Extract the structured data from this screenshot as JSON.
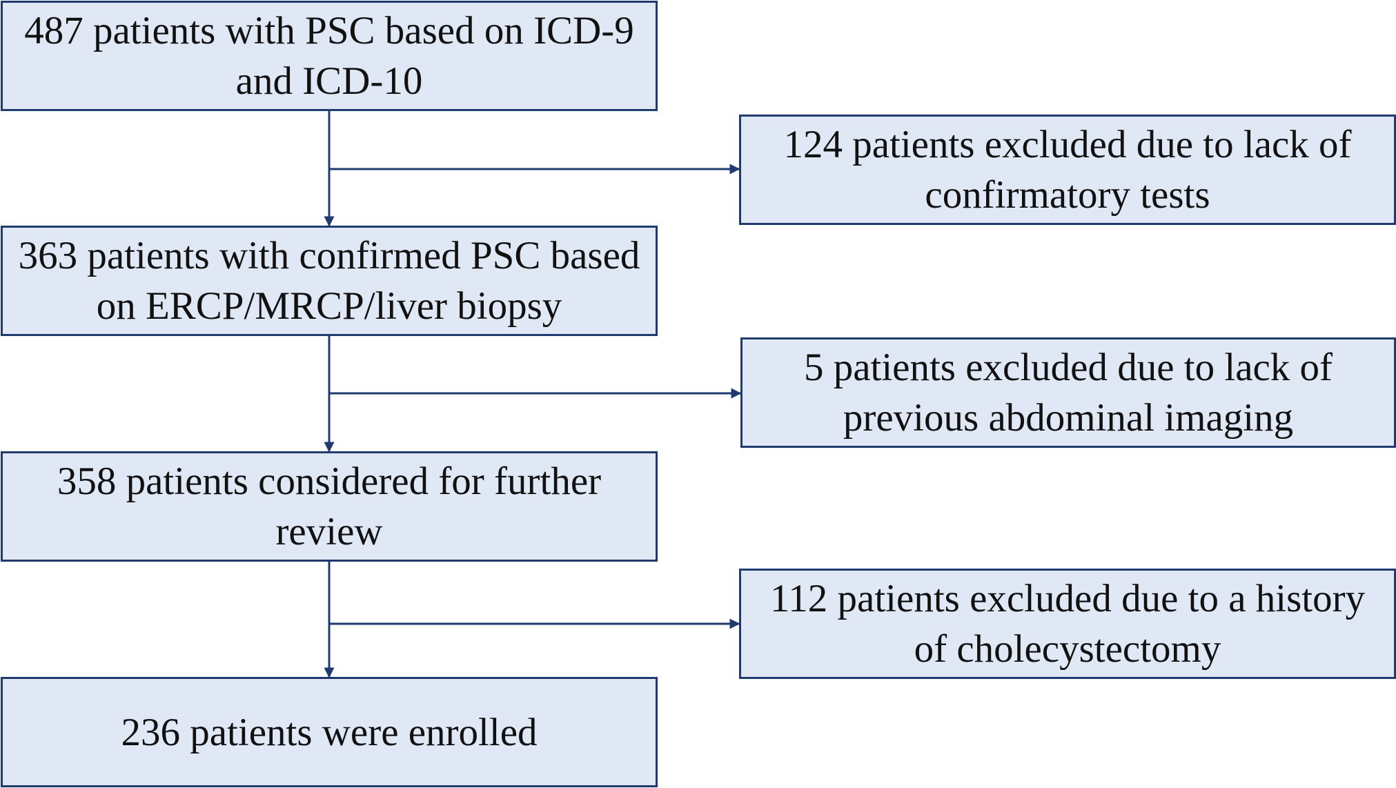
{
  "colors": {
    "box_fill": "#e1e8f5",
    "border": "#1f3a6e",
    "line": "#1f3a6e",
    "text": "#111111"
  },
  "flow": {
    "steps": [
      {
        "id": "step-1",
        "text": "487 patients with PSC based on ICD-9 and ICD-10"
      },
      {
        "id": "step-2",
        "text": "363 patients with confirmed PSC based on ERCP/MRCP/liver biopsy"
      },
      {
        "id": "step-3",
        "text": "358 patients considered for further review"
      },
      {
        "id": "step-4",
        "text": "236 patients were enrolled"
      }
    ],
    "exclusions": [
      {
        "id": "exclusion-1",
        "text": "124 patients excluded due to lack of confirmatory tests"
      },
      {
        "id": "exclusion-2",
        "text": "5 patients excluded due to lack of previous abdominal imaging"
      },
      {
        "id": "exclusion-3",
        "text": "112 patients excluded due to a history of cholecystectomy"
      }
    ]
  }
}
